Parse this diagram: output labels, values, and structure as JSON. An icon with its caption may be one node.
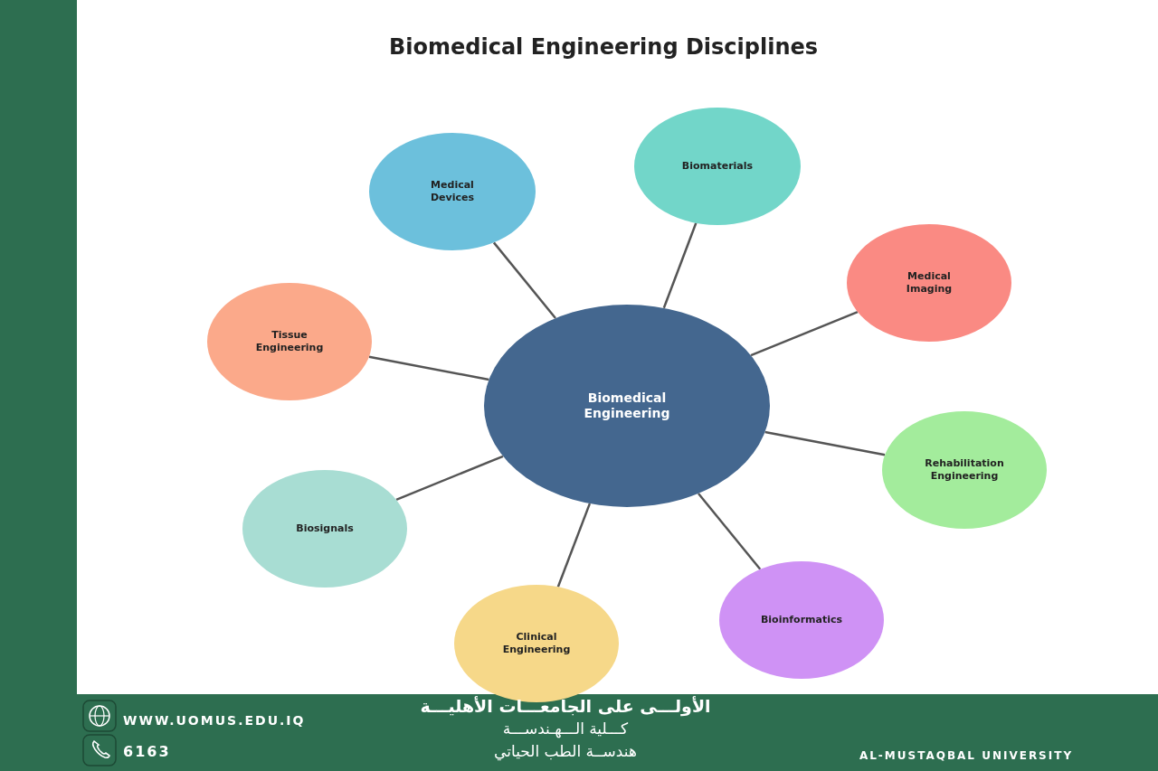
{
  "diagram": {
    "title": "Biomedical Engineering Disciplines",
    "nodes": [
      {
        "text": [
          "Biomedical Engineering"
        ]
      },
      {
        "text": [
          "Medical Devices"
        ]
      },
      {
        "text": [
          "Biomaterials"
        ]
      },
      {
        "text": [
          "Medical Imaging"
        ]
      },
      {
        "text": [
          "Tissue Engineering"
        ]
      },
      {
        "text": [
          "Rehabilitation Engineering"
        ]
      },
      {
        "text": [
          "Biosignals"
        ]
      },
      {
        "text": [
          "Bioinformatics"
        ]
      },
      {
        "text": [
          "Clinical Engineering"
        ]
      }
    ],
    "edges": [
      {
        "from": 0,
        "to": 1,
        "arrow": "none"
      },
      {
        "from": 0,
        "to": 2,
        "arrow": "none"
      },
      {
        "from": 0,
        "to": 3,
        "arrow": "none"
      },
      {
        "from": 0,
        "to": 4,
        "arrow": "none"
      },
      {
        "from": 0,
        "to": 5,
        "arrow": "none"
      },
      {
        "from": 0,
        "to": 6,
        "arrow": "none"
      },
      {
        "from": 0,
        "to": 7,
        "arrow": "none"
      },
      {
        "from": 0,
        "to": 8,
        "arrow": "none"
      }
    ],
    "labels": [
      "WWW.UOMUS.EDU.IQ",
      "6163",
      "الأولـــى على الجامعـــات الأهليـــة",
      "كـــلية الـــهـندســـة",
      "هندســة الطب الحياتي",
      "AL-MUSTAQBAL UNIVERSITY"
    ]
  }
}
